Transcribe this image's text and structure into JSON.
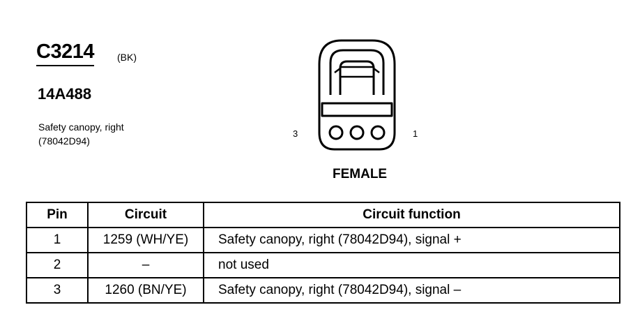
{
  "connector": {
    "id": "C3214",
    "color_code": "(BK)",
    "part_number": "14A488",
    "description_line1": "Safety canopy, right",
    "description_line2": "(78042D94)",
    "pin_label_left": "3",
    "pin_label_right": "1",
    "gender": "FEMALE"
  },
  "table": {
    "headers": [
      "Pin",
      "Circuit",
      "Circuit function"
    ],
    "rows": [
      {
        "pin": "1",
        "circuit": "1259 (WH/YE)",
        "function": "Safety canopy, right (78042D94), signal +"
      },
      {
        "pin": "2",
        "circuit": "–",
        "function": "not used"
      },
      {
        "pin": "3",
        "circuit": "1260 (BN/YE)",
        "function": "Safety canopy, right (78042D94), signal –"
      }
    ]
  }
}
